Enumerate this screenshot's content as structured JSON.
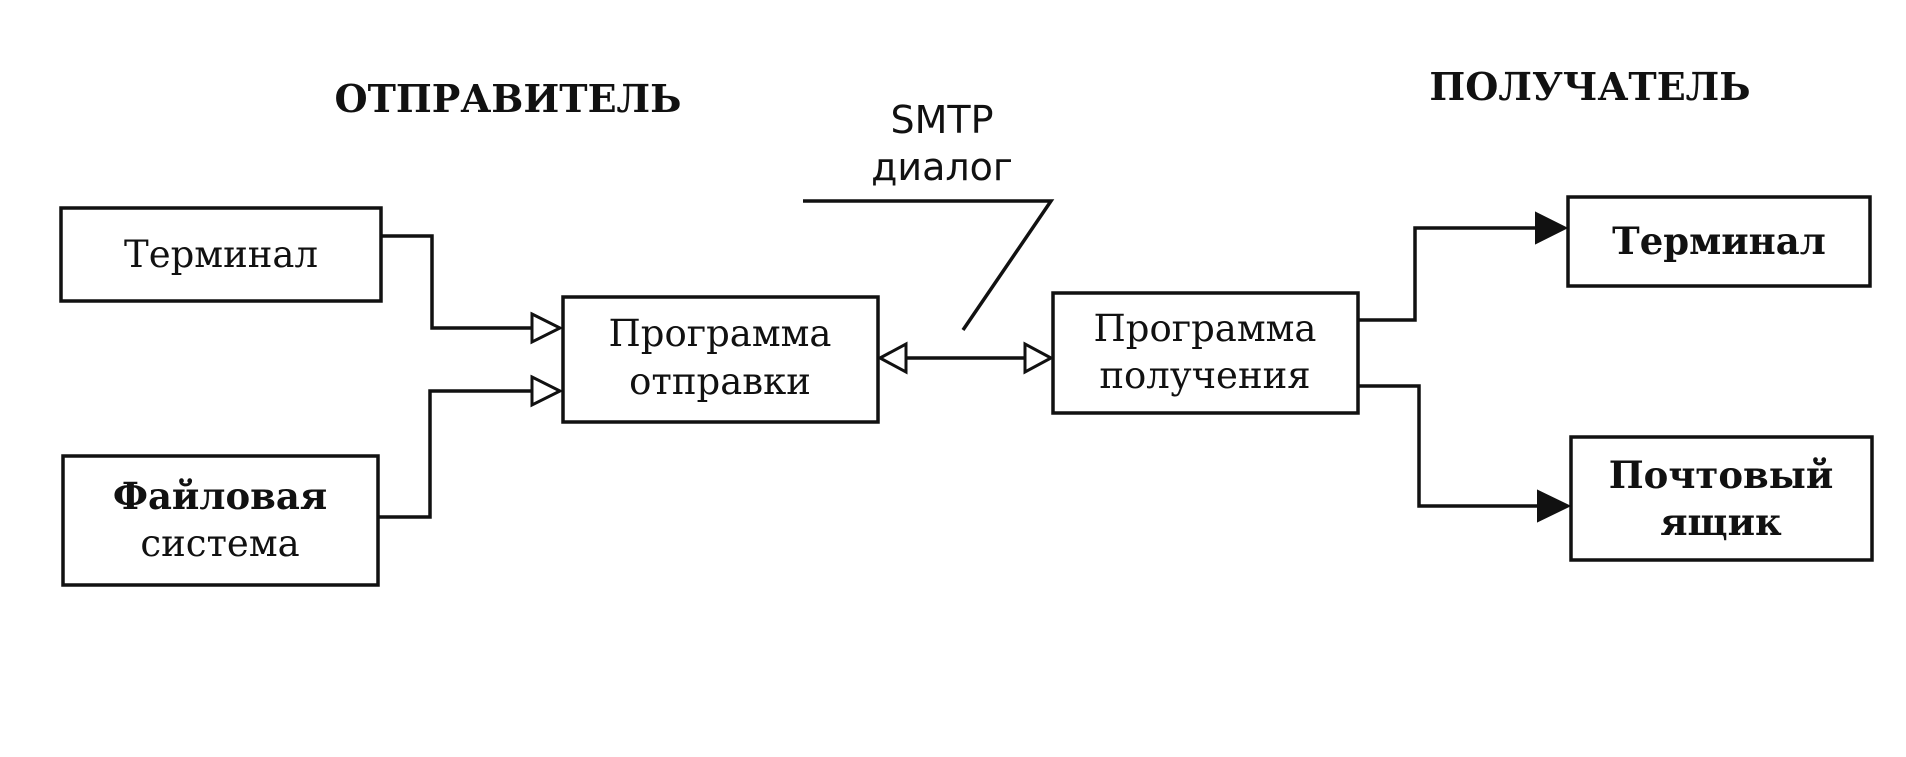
{
  "sender": {
    "heading": "ОТПРАВИТЕЛЬ",
    "terminal": "Терминал",
    "filesystem": [
      "Файловая",
      "система"
    ],
    "send_program": [
      "Программа",
      "отправки"
    ]
  },
  "protocol": {
    "line1": "SMTP",
    "line2": "диалог"
  },
  "receiver": {
    "heading": "ПОЛУЧАТЕЛЬ",
    "receive_program": [
      "Программа",
      "получения"
    ],
    "terminal": "Терминал",
    "mailbox": [
      "Почтовый",
      "ящик"
    ]
  }
}
